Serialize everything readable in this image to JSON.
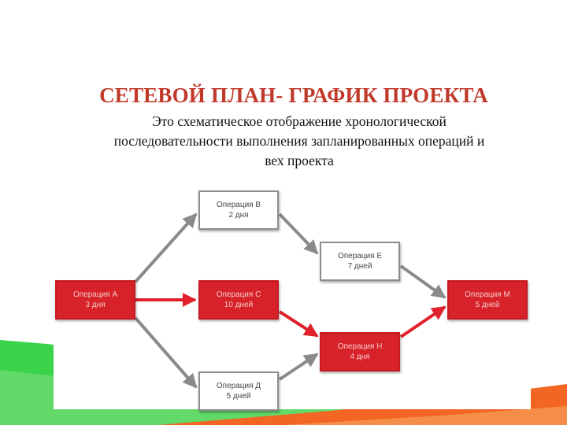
{
  "title": "СЕТЕВОЙ ПЛАН- ГРАФИК ПРОЕКТА",
  "subtitle_lines": [
    "Это схематическое отображение хронологической",
    "последовательности выполнения запланированных операций и",
    "вех проекта"
  ],
  "nodes": {
    "a": {
      "name": "Операция А",
      "duration": "3 дня"
    },
    "b": {
      "name": "Операция В",
      "duration": "2 дня"
    },
    "c": {
      "name": "Операция С",
      "duration": "10 дней"
    },
    "d": {
      "name": "Операция Д",
      "duration": "5 дней"
    },
    "e": {
      "name": "Операция Е",
      "duration": "7 дней"
    },
    "h": {
      "name": "Операция Н",
      "duration": "4 дня"
    },
    "m": {
      "name": "Операция М",
      "duration": "5 дней"
    }
  },
  "colors": {
    "title": "#c0392b",
    "critical": "#d8222a",
    "normal_arrow": "#8a8a8a",
    "green_band": "#2ecc40",
    "orange_band": "#f26522"
  }
}
